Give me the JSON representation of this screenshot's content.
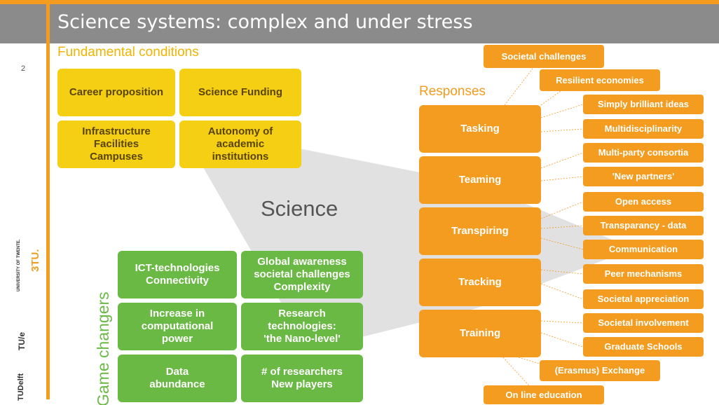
{
  "title": "Science systems: complex and under stress",
  "slide_number": "2",
  "headings": {
    "fundamental": "Fundamental conditions",
    "responses": "Responses",
    "game_changers": "Game changers",
    "science": "Science"
  },
  "fundamental_conditions": [
    "Career proposition",
    "Science Funding",
    "Infrastructure\nFacilities\nCampuses",
    "Autonomy of\nacademic\ninstitutions"
  ],
  "game_changers": [
    "ICT-technologies\nConnectivity",
    "Global awareness\nsocietal challenges\nComplexity",
    "Increase in\ncomputational\npower",
    "Research\ntechnologies:\n'the Nano-level'",
    "Data\nabundance",
    "# of researchers\nNew players"
  ],
  "responses": [
    "Tasking",
    "Teaming",
    "Transpiring",
    "Tracking",
    "Training"
  ],
  "outcomes": [
    "Societal challenges",
    "Resilient economies",
    "Simply brilliant ideas",
    "Multidisciplinarity",
    "Multi-party consortia",
    "'New partners'",
    "Open access",
    "Transparancy - data",
    "Communication",
    "Peer mechanisms",
    "Societal appreciation",
    "Societal involvement",
    "Graduate Schools",
    "(Erasmus) Exchange",
    "On line education"
  ],
  "logos": {
    "three_tu": "3TU.",
    "twente": "UNIVERSITY OF TWENTE.",
    "tue": "TU/e",
    "tudelft": "TUDelft"
  },
  "colors": {
    "orange": "#f39c1f",
    "yellow": "#f4cf14",
    "green": "#6ab944",
    "grey": "#8b8b8b"
  }
}
